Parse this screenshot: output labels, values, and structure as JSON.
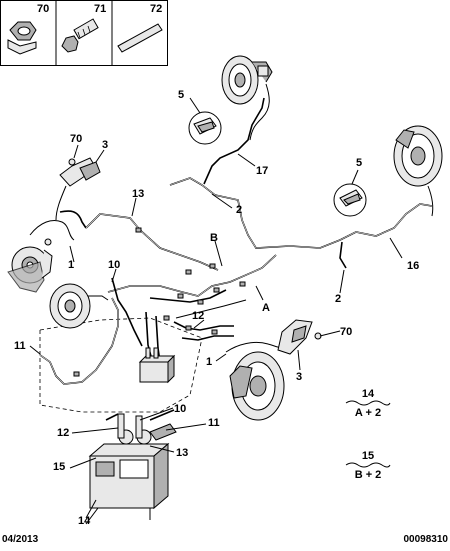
{
  "legend": {
    "part_70": "70",
    "part_71": "71",
    "part_72": "72"
  },
  "callouts": {
    "c1_left": "1",
    "c1_right": "1",
    "c2_top": "2",
    "c2_right": "2",
    "c3_left": "3",
    "c3_right": "3",
    "c5_left": "5",
    "c5_right": "5",
    "c10_left": "10",
    "c10_bottom": "10",
    "c11_left": "11",
    "c11_bottom": "11",
    "c12_mid": "12",
    "c12_bottom": "12",
    "c13_top": "13",
    "c13_bottom": "13",
    "c14": "14",
    "c15": "15",
    "c16": "16",
    "c17": "17",
    "c70_left": "70",
    "c70_right": "70",
    "cA": "A",
    "cB": "B"
  },
  "formulas": [
    {
      "number": "14",
      "expression": "A + 2"
    },
    {
      "number": "15",
      "expression": "B + 2"
    }
  ],
  "footer": {
    "date": "04/2013",
    "reference": "00098310"
  }
}
